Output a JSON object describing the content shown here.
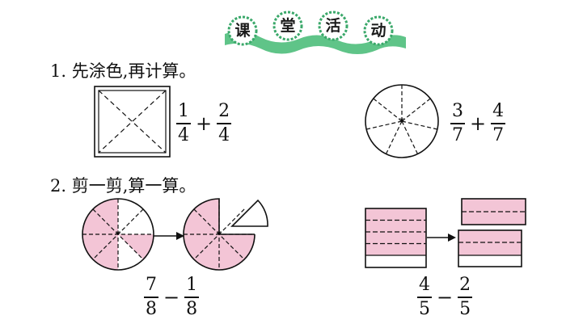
{
  "banner": {
    "chars": [
      "课",
      "堂",
      "活",
      "动"
    ],
    "badge_fill": "#ffffff",
    "badge_stroke": "#3aa86a",
    "ribbon_color": "#5fc488"
  },
  "activity1": {
    "heading": "1. 先涂色,再计算。",
    "left": {
      "a_num": "1",
      "a_den": "4",
      "op": "+",
      "b_num": "2",
      "b_den": "4"
    },
    "right": {
      "a_num": "3",
      "a_den": "7",
      "op": "+",
      "b_num": "4",
      "b_den": "7"
    }
  },
  "activity2": {
    "heading": "2. 剪一剪,算一算。",
    "left": {
      "a_num": "7",
      "a_den": "8",
      "op": "−",
      "b_num": "1",
      "b_den": "8"
    },
    "right": {
      "a_num": "4",
      "a_den": "5",
      "op": "−",
      "b_num": "2",
      "b_den": "5"
    }
  },
  "colors": {
    "shade": "#f3c5d6",
    "ink": "#111111"
  }
}
